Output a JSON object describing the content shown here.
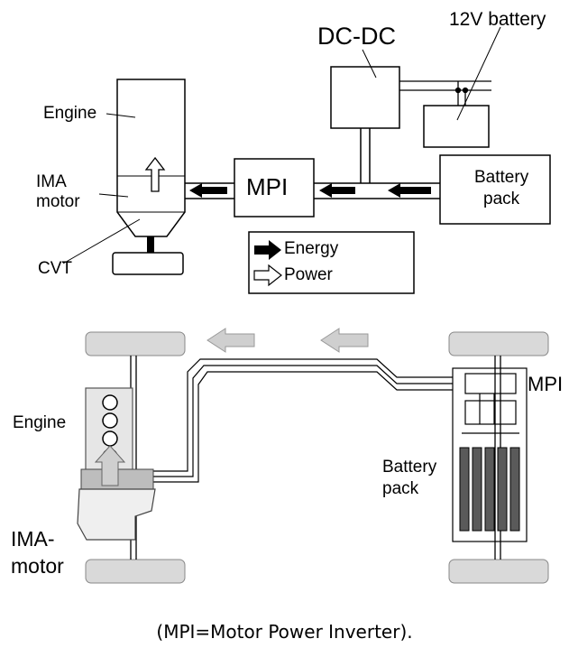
{
  "top_diagram": {
    "dcdc_label": "DC-DC",
    "battery12v_label": "12V battery",
    "engine_label": "Engine",
    "ima_motor_label": "IMA\nmotor",
    "cvt_label": "CVT",
    "mpi_label": "MPI",
    "battery_pack_label": "Battery\npack",
    "legend": {
      "energy_label": "Energy",
      "power_label": "Power"
    }
  },
  "bottom_diagram": {
    "mpi_label": "MPI",
    "engine_label": "Engine",
    "battery_pack_label": "Battery\npack",
    "ima_motor_label": "IMA-\nmotor"
  },
  "caption": "(MPI=Motor Power Inverter)."
}
